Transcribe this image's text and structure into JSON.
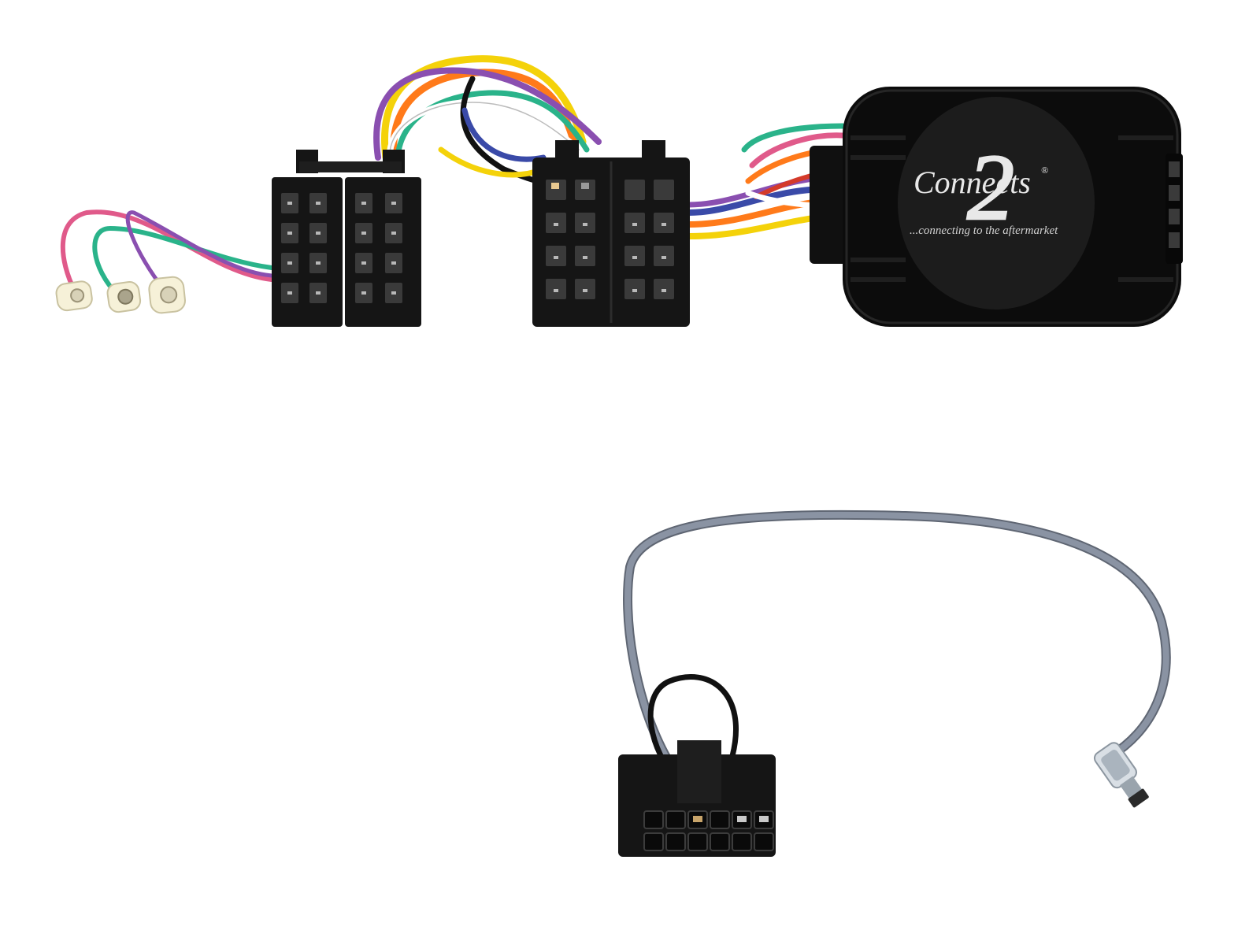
{
  "product": {
    "brand_name": "Connects",
    "brand_number": "2",
    "registered_mark": "®",
    "tagline": "...connecting to the aftermarket"
  },
  "colors": {
    "background": "#ffffff",
    "plastic": "#151515",
    "module_body": "#0c0c0c",
    "logo_disc": "#1c1c1c",
    "lead_cable": "#8a93a3",
    "wires": [
      "#f4d20a",
      "#ff7a1a",
      "#8a4fb0",
      "#2ab38a",
      "#e05a8a",
      "#3a4aa8",
      "#d43a2a",
      "#bfbfbf"
    ]
  },
  "items": [
    {
      "id": "iso-harness",
      "connector_count": 3
    },
    {
      "id": "interface-module"
    },
    {
      "id": "patch-lead",
      "plug_pins": 12
    }
  ]
}
